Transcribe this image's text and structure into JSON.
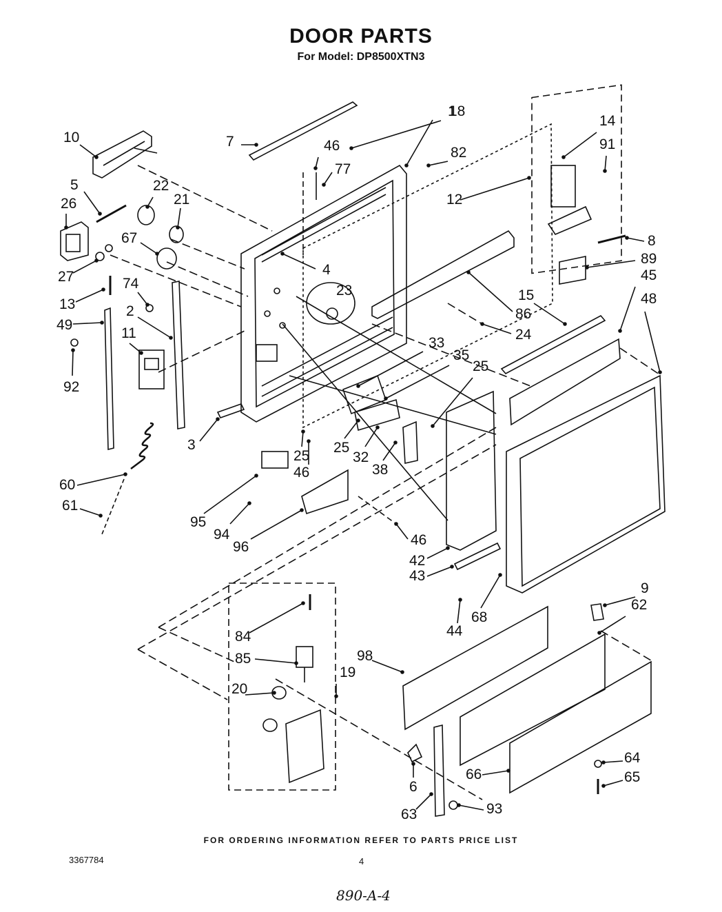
{
  "header": {
    "title": "DOOR PARTS",
    "subtitle": "For Model: DP8500XTN3"
  },
  "footer": {
    "ordering_note": "FOR ORDERING INFORMATION REFER TO PARTS PRICE LIST",
    "document_number": "3367784",
    "page_number": "4",
    "handwritten_note": "890-A-4"
  },
  "callouts": [
    "1",
    "2",
    "3",
    "4",
    "5",
    "6",
    "7",
    "8",
    "9",
    "10",
    "11",
    "12",
    "13",
    "14",
    "15",
    "18",
    "19",
    "20",
    "21",
    "22",
    "23",
    "24",
    "25",
    "25",
    "25",
    "26",
    "27",
    "32",
    "33",
    "35",
    "38",
    "42",
    "43",
    "44",
    "45",
    "46",
    "46",
    "46",
    "48",
    "49",
    "60",
    "61",
    "62",
    "63",
    "64",
    "65",
    "66",
    "67",
    "68",
    "74",
    "77",
    "82",
    "84",
    "85",
    "86",
    "89",
    "91",
    "92",
    "93",
    "94",
    "95",
    "96",
    "98"
  ]
}
